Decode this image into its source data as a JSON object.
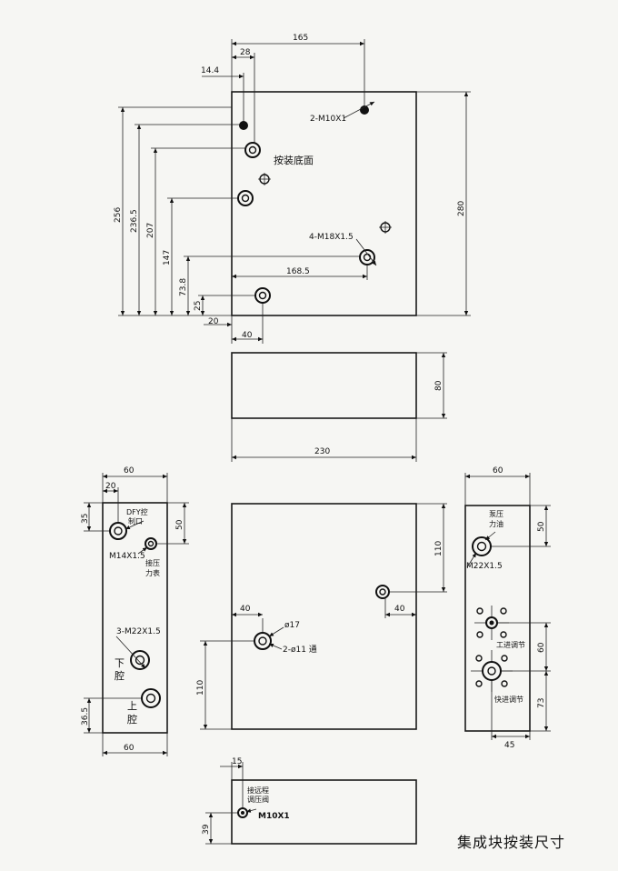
{
  "caption": "集成块按装尺寸",
  "top_view": {
    "dims": {
      "d165": "165",
      "d28": "28",
      "d14_4": "14.4",
      "d280": "280",
      "d256": "256",
      "d236_5": "236.5",
      "d207": "207",
      "d147": "147",
      "d73_8": "73.8",
      "d25": "25",
      "d20": "20",
      "d40": "40",
      "d168_5": "168.5"
    },
    "labels": {
      "m10": "2-M10X1",
      "surface": "按装底面",
      "m18": "4-M18X1.5"
    }
  },
  "front_view": {
    "dims": {
      "d80": "80",
      "d230": "230"
    }
  },
  "left_view": {
    "dims": {
      "d60_top": "60",
      "d20": "20",
      "d35": "35",
      "d50": "50",
      "d36_5": "36.5",
      "d60_bottom": "60"
    },
    "labels": {
      "dfy_1": "DFY控",
      "dfy_2": "制口",
      "m14": "M14X1.5",
      "gauge_1": "接压",
      "gauge_2": "力表",
      "m22": "3-M22X1.5",
      "lower_1": "下",
      "lower_2": "腔",
      "upper_1": "上",
      "upper_2": "腔"
    }
  },
  "center_view": {
    "dims": {
      "d110_right": "110",
      "d40_right": "40",
      "d40_left": "40",
      "d110_left": "110"
    },
    "labels": {
      "phi17": "ø17",
      "phi11": "2-ø11 通"
    }
  },
  "right_view": {
    "dims": {
      "d60": "60",
      "d50": "50",
      "d60_v": "60",
      "d73": "73",
      "d45": "45"
    },
    "labels": {
      "pump_1": "泵压",
      "pump_2": "力油",
      "m22": "M22X1.5",
      "work_adj": "工进调节",
      "fast_adj": "快进调节"
    }
  },
  "bottom_view": {
    "dims": {
      "d15": "15",
      "d39": "39"
    },
    "labels": {
      "remote_1": "接远程",
      "remote_2": "调压阀",
      "m10": "M10X1"
    }
  }
}
